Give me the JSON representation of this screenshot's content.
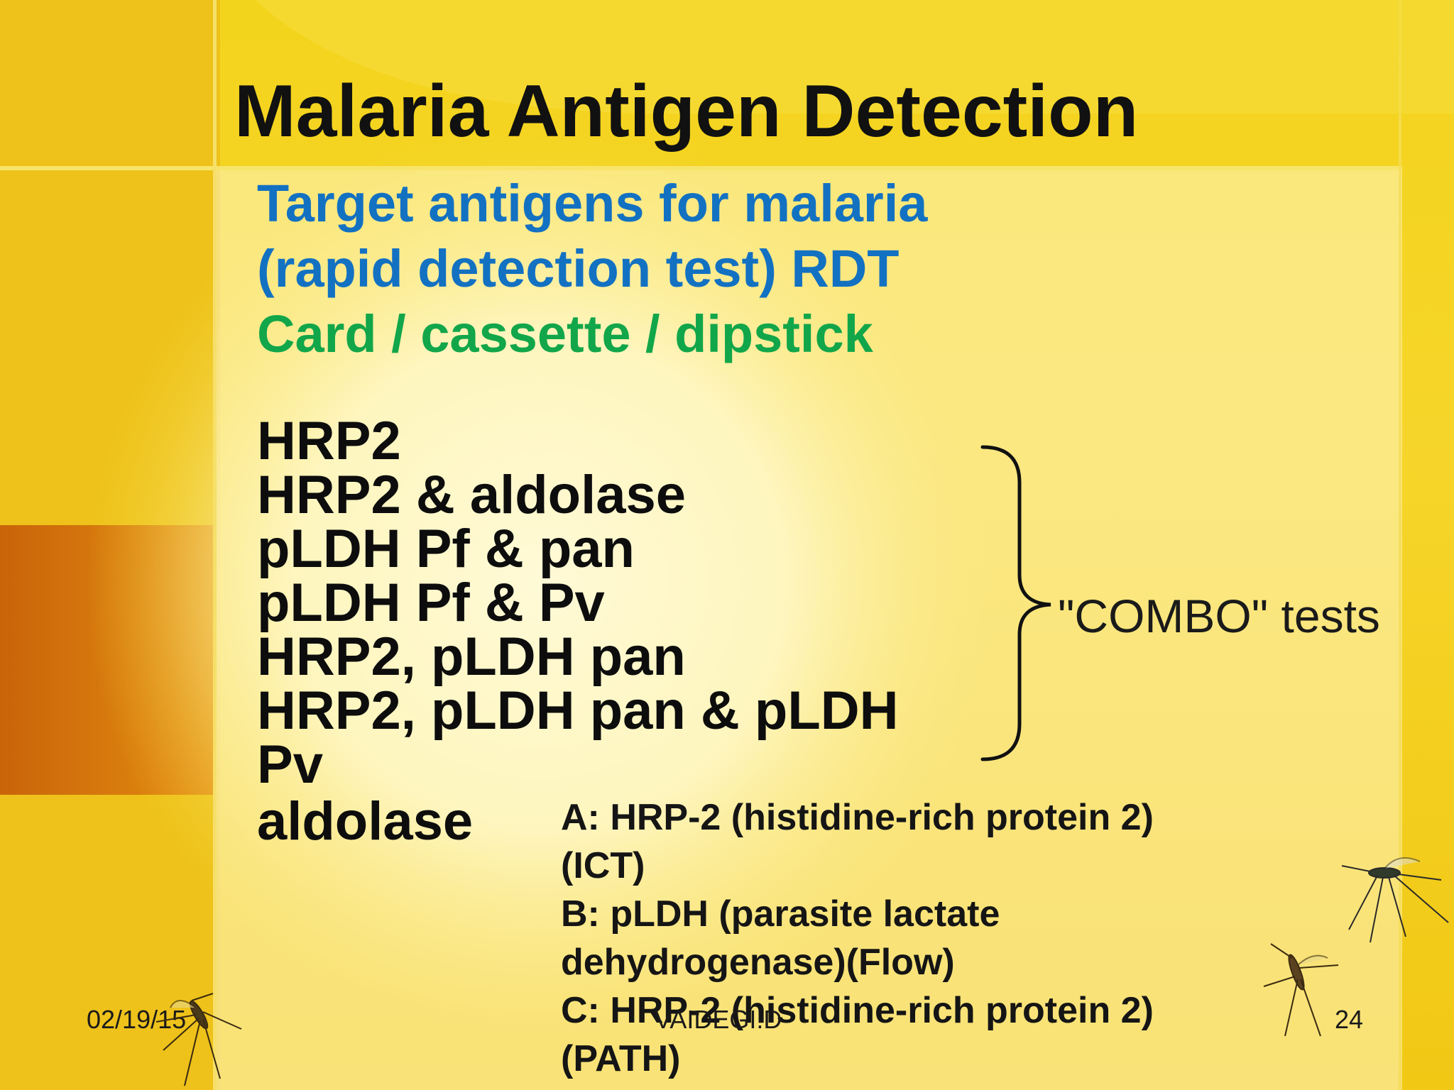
{
  "slide": {
    "title": "Malaria Antigen Detection",
    "subtitle_line1": "Target antigens for malaria",
    "subtitle_line2": "(rapid detection test) RDT",
    "format_line": "Card / cassette / dipstick",
    "antigen_list": [
      "HRP2",
      "HRP2 & aldolase",
      "pLDH Pf & pan",
      "pLDH Pf & Pv",
      "HRP2, pLDH pan",
      "HRP2, pLDH pan & pLDH",
      "Pv",
      "aldolase"
    ],
    "combo_label": "\"COMBO\" tests",
    "notes": [
      "A: HRP-2 (histidine-rich protein 2)",
      "(ICT)",
      "B: pLDH (parasite lactate",
      "dehydrogenase)(Flow)",
      "C: HRP-2 (histidine-rich protein 2)",
      "(PATH)"
    ],
    "footer": {
      "date": "02/19/15",
      "author": "VAIDEGI.D",
      "page_number": "24"
    }
  },
  "colors": {
    "title": "#111111",
    "subtitle": "#1371c2",
    "format_line": "#12a64a",
    "background": "#f3d41c",
    "accent_orange": "#c8660c"
  },
  "icons": [
    "mosquito-icon",
    "mosquito-icon",
    "mosquito-icon"
  ]
}
